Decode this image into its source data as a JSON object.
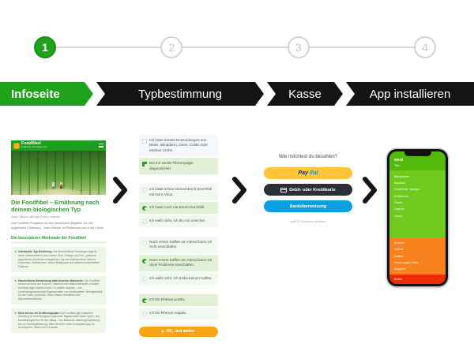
{
  "colors": {
    "green_primary": "#21a21c",
    "nav_black": "#141414",
    "cta_orange": "#f7a415",
    "paypal_yellow": "#ffc439",
    "card_dark": "#2b2f36",
    "bank_blue": "#0a9fe3",
    "app_green": "#6fca1d",
    "app_orange": "#f8821d",
    "app_red": "#ee2c03"
  },
  "icons": {
    "separator": "chevron-right",
    "menu": "hamburger",
    "card": "credit-card",
    "logo": "foodfibel-logo"
  },
  "stepper": {
    "steps": [
      {
        "number": "1",
        "active": true
      },
      {
        "number": "2",
        "active": false
      },
      {
        "number": "3",
        "active": false
      },
      {
        "number": "4",
        "active": false
      }
    ]
  },
  "nav": {
    "segments": [
      {
        "label": "Infoseite",
        "active": true
      },
      {
        "label": "Typbestimmung",
        "active": false
      },
      {
        "label": "Kasse",
        "active": false
      },
      {
        "label": "App installieren",
        "active": false
      }
    ]
  },
  "infopage": {
    "brand": "Foodfibel",
    "brand_tagline": "Ernährung nach deinem Typ",
    "title": "Die Foodfibel – Ernährung nach deinem biologischen Typ",
    "author": "Autor: Diplom-Biologe Frank Lewecke",
    "intro": "Das Foodfibel-Programm ist dein persönlicher Begleiter für eine typgerechte Ernährung – beim Einkauf, im Restaurant und in der Küche.",
    "features_heading": "Die besonderen Merkmale der Foodfibel",
    "features": [
      {
        "title": "Individuelle Typ-Ernährung:",
        "text": "Die übersichtliche Farbampel zeigt dir deine Lebensmittel in den Farben Grün, Orange und Rot – passend abgestimmt auf deinen biologischen Typ und basierend auf deinem Körperbau, Stoffwechsel, deiner Blutgruppe und weiteren individuellen Faktoren."
      },
      {
        "title": "Ganzheitliche Betrachtung statt einzelner Nährwerte:",
        "text": "Die Foodfibel schaut nicht nur auf Kalorien, Vitamine oder Makronährstoffe, sondern berücksichtigt zusätzlich über 20 weitere Aspekte – wie entzündungshemmende Eigenschaften von Inhaltsstoffen, Verträglichkeit für den Darm, Ayurveda, Säure-Basen-Verhältnis oder Mikronährstoffdichte."
      },
      {
        "title": "Mehr als nur ein Ernährungsplan:",
        "text": "Die Foodfibel gibt zusätzlich Anleitung für eine biologisch optimierte Tagesroutine sowie Typen- und Monatsprogramme für den Alltag – von Biohacks, Nahrungsergänzung bis zur Schlafoptimierung. Alles vereint in einer kompakten App für Smartphone, Tablet und Computer."
      }
    ]
  },
  "questionnaire": {
    "items": [
      {
        "text": "Ich hatte bereits Entzündungen von Blase, Blinddarm, Darm, Colitis oder Morbus Crohn.",
        "control": "checkbox",
        "checked": false,
        "group": 1
      },
      {
        "text": "Bei mir wurde Fibromyalgie diagnostiziert.",
        "control": "checkbox",
        "checked": true,
        "group": 1
      },
      {
        "text": "Ich hatte schon einmal Brech-Durchfall mit Noro-Virus.",
        "control": "radio",
        "checked": false,
        "group": 2
      },
      {
        "text": "Ich hatte noch nie Brech-Durchfall.",
        "control": "radio",
        "checked": true,
        "group": 2
      },
      {
        "text": "Ich weiß nicht, ich bin mir unsicher.",
        "control": "radio",
        "checked": false,
        "group": 2
      },
      {
        "text": "Nach einem Kaffee am Abend kann ich nicht einschlafen.",
        "control": "radio",
        "checked": false,
        "group": 3
      },
      {
        "text": "Nach einem Kaffee am Abend kann ich ohne Probleme einschlafen.",
        "control": "radio",
        "checked": true,
        "group": 3
      },
      {
        "text": "Ich weiß nicht, ich trinke keinen Kaffee.",
        "control": "radio",
        "checked": false,
        "group": 3
      },
      {
        "text": "Ich bin Rhesus positiv.",
        "control": "radio",
        "checked": true,
        "group": 4
      },
      {
        "text": "Ich bin Rhesus negativ.",
        "control": "radio",
        "checked": false,
        "group": 4
      }
    ],
    "submit_label": "OK, und weiter"
  },
  "checkout": {
    "heading": "Wie möchtest du bezahlen?",
    "paypal_pay": "Pay",
    "paypal_pal": "Pal",
    "card_label": "Debit- oder Kreditkarte",
    "bank_label": "Banküberweisung",
    "voucher_label": "proFIT Gutschein einlösen"
  },
  "app": {
    "header_lines": [
      "Müsli",
      "Tofu"
    ],
    "green_items": [
      "Blaubeeren",
      "Brokkoli",
      "Dinkelbrot, Spargel",
      "Erdbeeren",
      "Gurke",
      "Joghurt",
      "Lauch"
    ],
    "orange_items": [
      "Bohnen",
      "Grütze",
      "Kaffee",
      "Weizengras, Hanf-",
      "dragees."
    ],
    "red_items": [
      "Butter"
    ]
  }
}
